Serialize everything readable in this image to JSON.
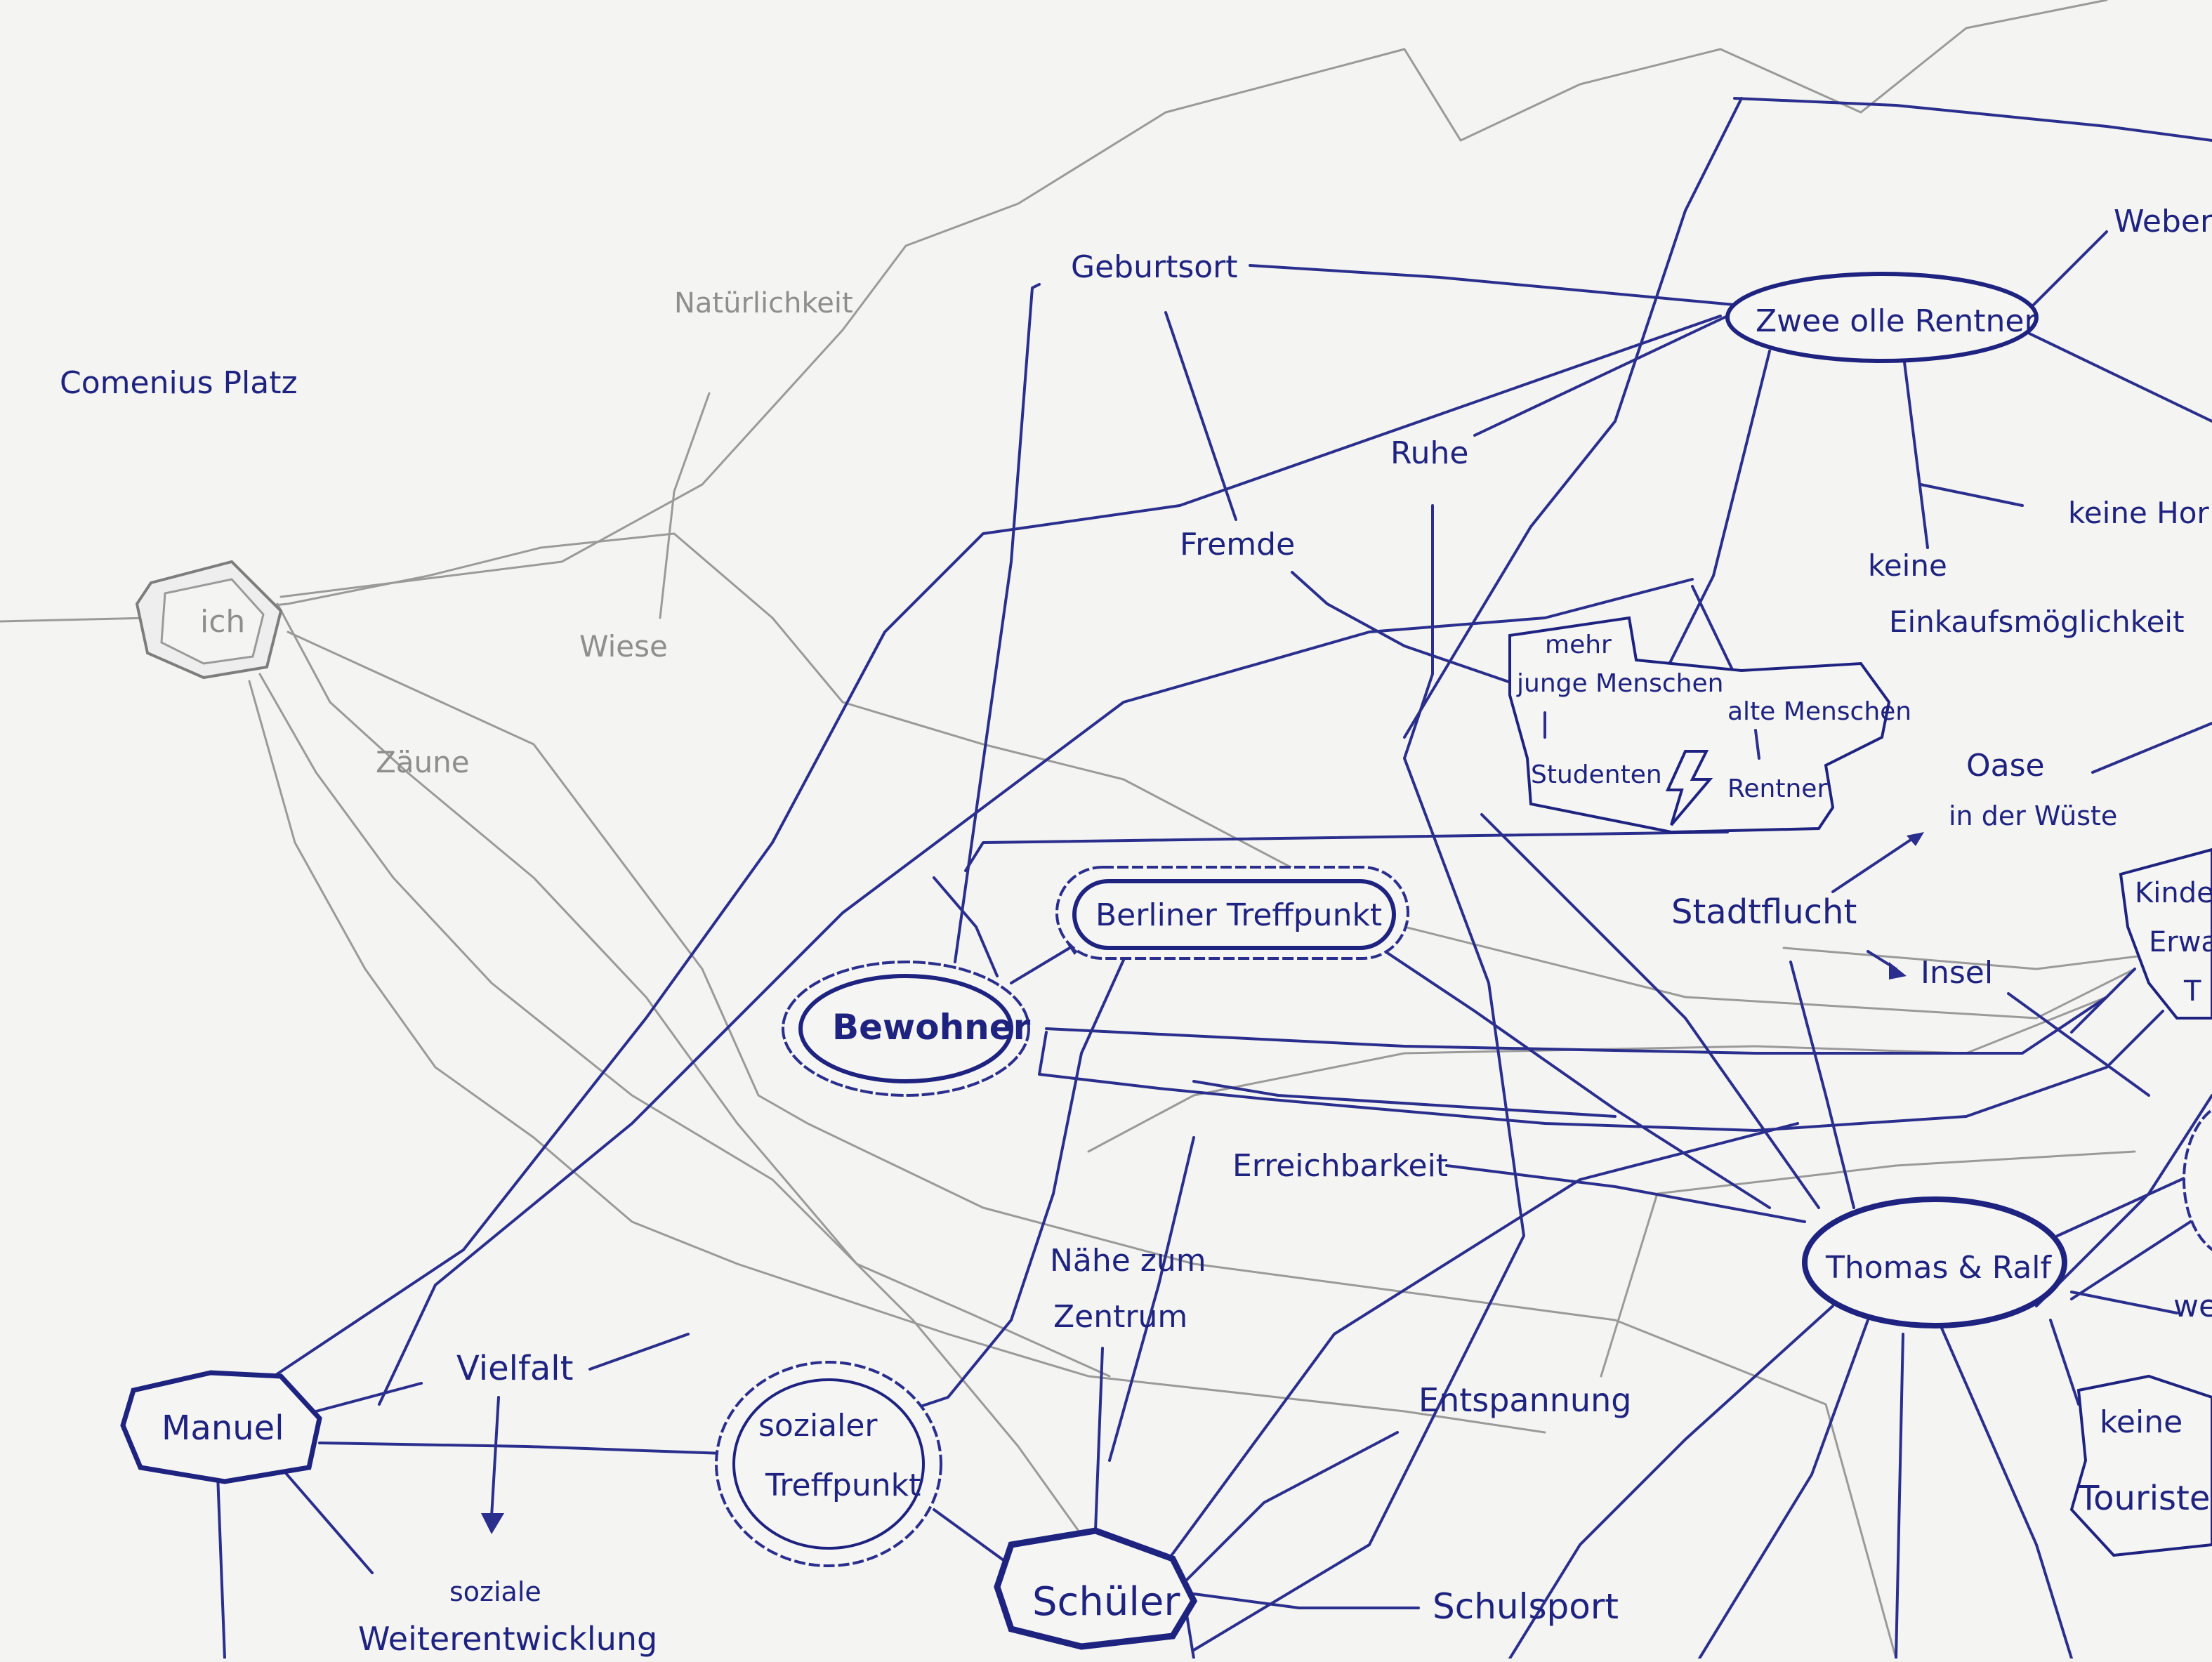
{
  "map_title": "Comenius Platz",
  "pencil_labels": {
    "ich": "ich",
    "natuerlichkeit": "Natürlichkeit",
    "wiese": "Wiese",
    "zaeune": "Zäune"
  },
  "nodes": {
    "zwei_alte_rentner": "Zwee olle Rentner",
    "bewohner": "Bewohner",
    "berliner_treffpunkt": "Berliner Treffpunkt",
    "manuel": "Manuel",
    "sozialer_treffpunkt_1": "sozialer",
    "sozialer_treffpunkt_2": "Treffpunkt",
    "schueler": "Schüler",
    "thomas_ralf": "Thomas & Ralf"
  },
  "generation_box": {
    "line1": "mehr",
    "junge": "junge Menschen",
    "alte": "alte Menschen",
    "studenten": "Studenten",
    "rentner": "Rentner"
  },
  "labels": {
    "geburtsort": "Geburtsort",
    "ruhe": "Ruhe",
    "fremde": "Fremde",
    "weber": "Weber",
    "keine_hor": "keine Hor",
    "keine_einkauf_1": "keine",
    "keine_einkauf_2": "Einkaufsmöglichkeit",
    "oase_1": "Oase",
    "oase_2": "in der Wüste",
    "stadtflucht": "Stadtflucht",
    "insel": "Insel",
    "kinder_1": "Kinde",
    "kinder_2": "Erwa",
    "kinder_3": "T",
    "erreichbarkeit": "Erreichbarkeit",
    "naehe_1": "Nähe zum",
    "naehe_2": "Zentrum",
    "vielfalt": "Vielfalt",
    "entspannung": "Entspannung",
    "schulsport": "Schulsport",
    "soziale_1": "soziale",
    "soziale_2": "Weiterentwicklung",
    "keine_touristen_1": "keine",
    "keine_touristen_2": "Touristen",
    "we": "we"
  }
}
